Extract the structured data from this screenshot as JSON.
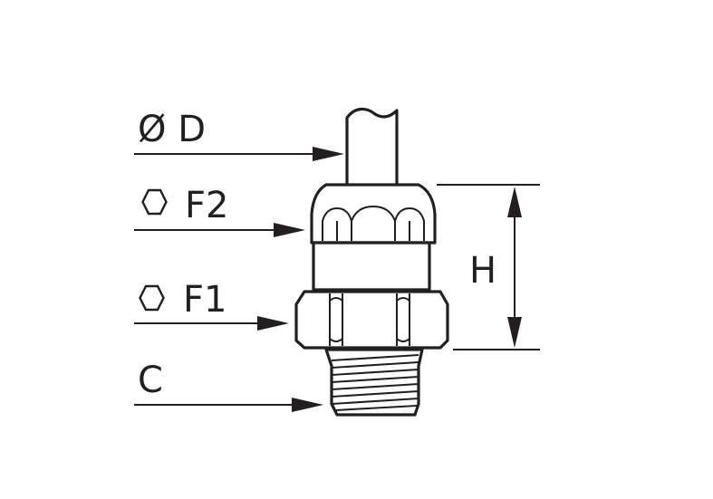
{
  "labels": {
    "diameter": "Ø D",
    "hex_f2": "F2",
    "hex_f1": "F1",
    "thread": "C",
    "height": "H"
  },
  "colors": {
    "ink": "#231f20",
    "background": "#ffffff"
  },
  "icons": {
    "hex_f2": "hexagon-icon",
    "hex_f1": "hexagon-icon"
  }
}
